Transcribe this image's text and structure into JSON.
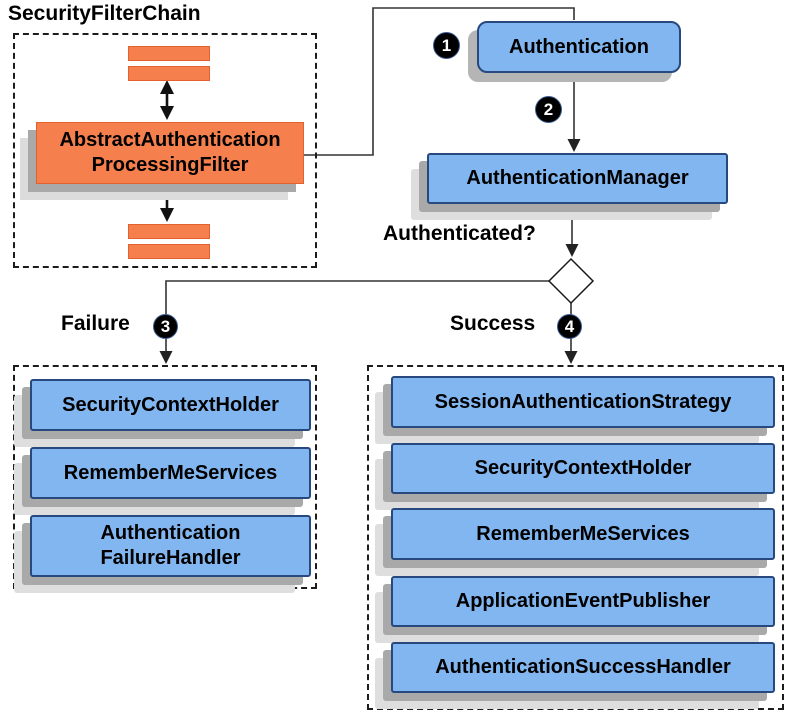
{
  "title": "SecurityFilterChain",
  "colors": {
    "box_blue_fill": "#82b6f0",
    "box_blue_border": "#27497e",
    "box_orange_fill": "#f5804d",
    "box_orange_border": "#e2612c",
    "shadow_dark": "#a9a9a9",
    "shadow_light": "#dedede",
    "line": "#333333",
    "badge_background": "#000000",
    "badge_text": "#ffffff",
    "diamond_fill": "#ffffff"
  },
  "icons": {
    "filter_placeholder": "filter-bar-icon",
    "flow_between_filters": "double-headed-arrow-icon",
    "decision": "decision-diamond-icon",
    "flow_arrows": "arrowhead-icon"
  },
  "filter_chain": {
    "processing_filter": "AbstractAuthentication\nProcessingFilter"
  },
  "flow": {
    "step1_badge": "1",
    "authentication": "Authentication",
    "step2_badge": "2",
    "authentication_manager": "AuthenticationManager",
    "decision_label": "Authenticated?",
    "failure_label": "Failure",
    "failure_badge": "3",
    "success_label": "Success",
    "success_badge": "4"
  },
  "failure_handlers": {
    "items": [
      "SecurityContextHolder",
      "RememberMeServices",
      "Authentication\nFailureHandler"
    ]
  },
  "success_handlers": {
    "items": [
      "SessionAuthenticationStrategy",
      "SecurityContextHolder",
      "RememberMeServices",
      "ApplicationEventPublisher",
      "AuthenticationSuccessHandler"
    ]
  }
}
